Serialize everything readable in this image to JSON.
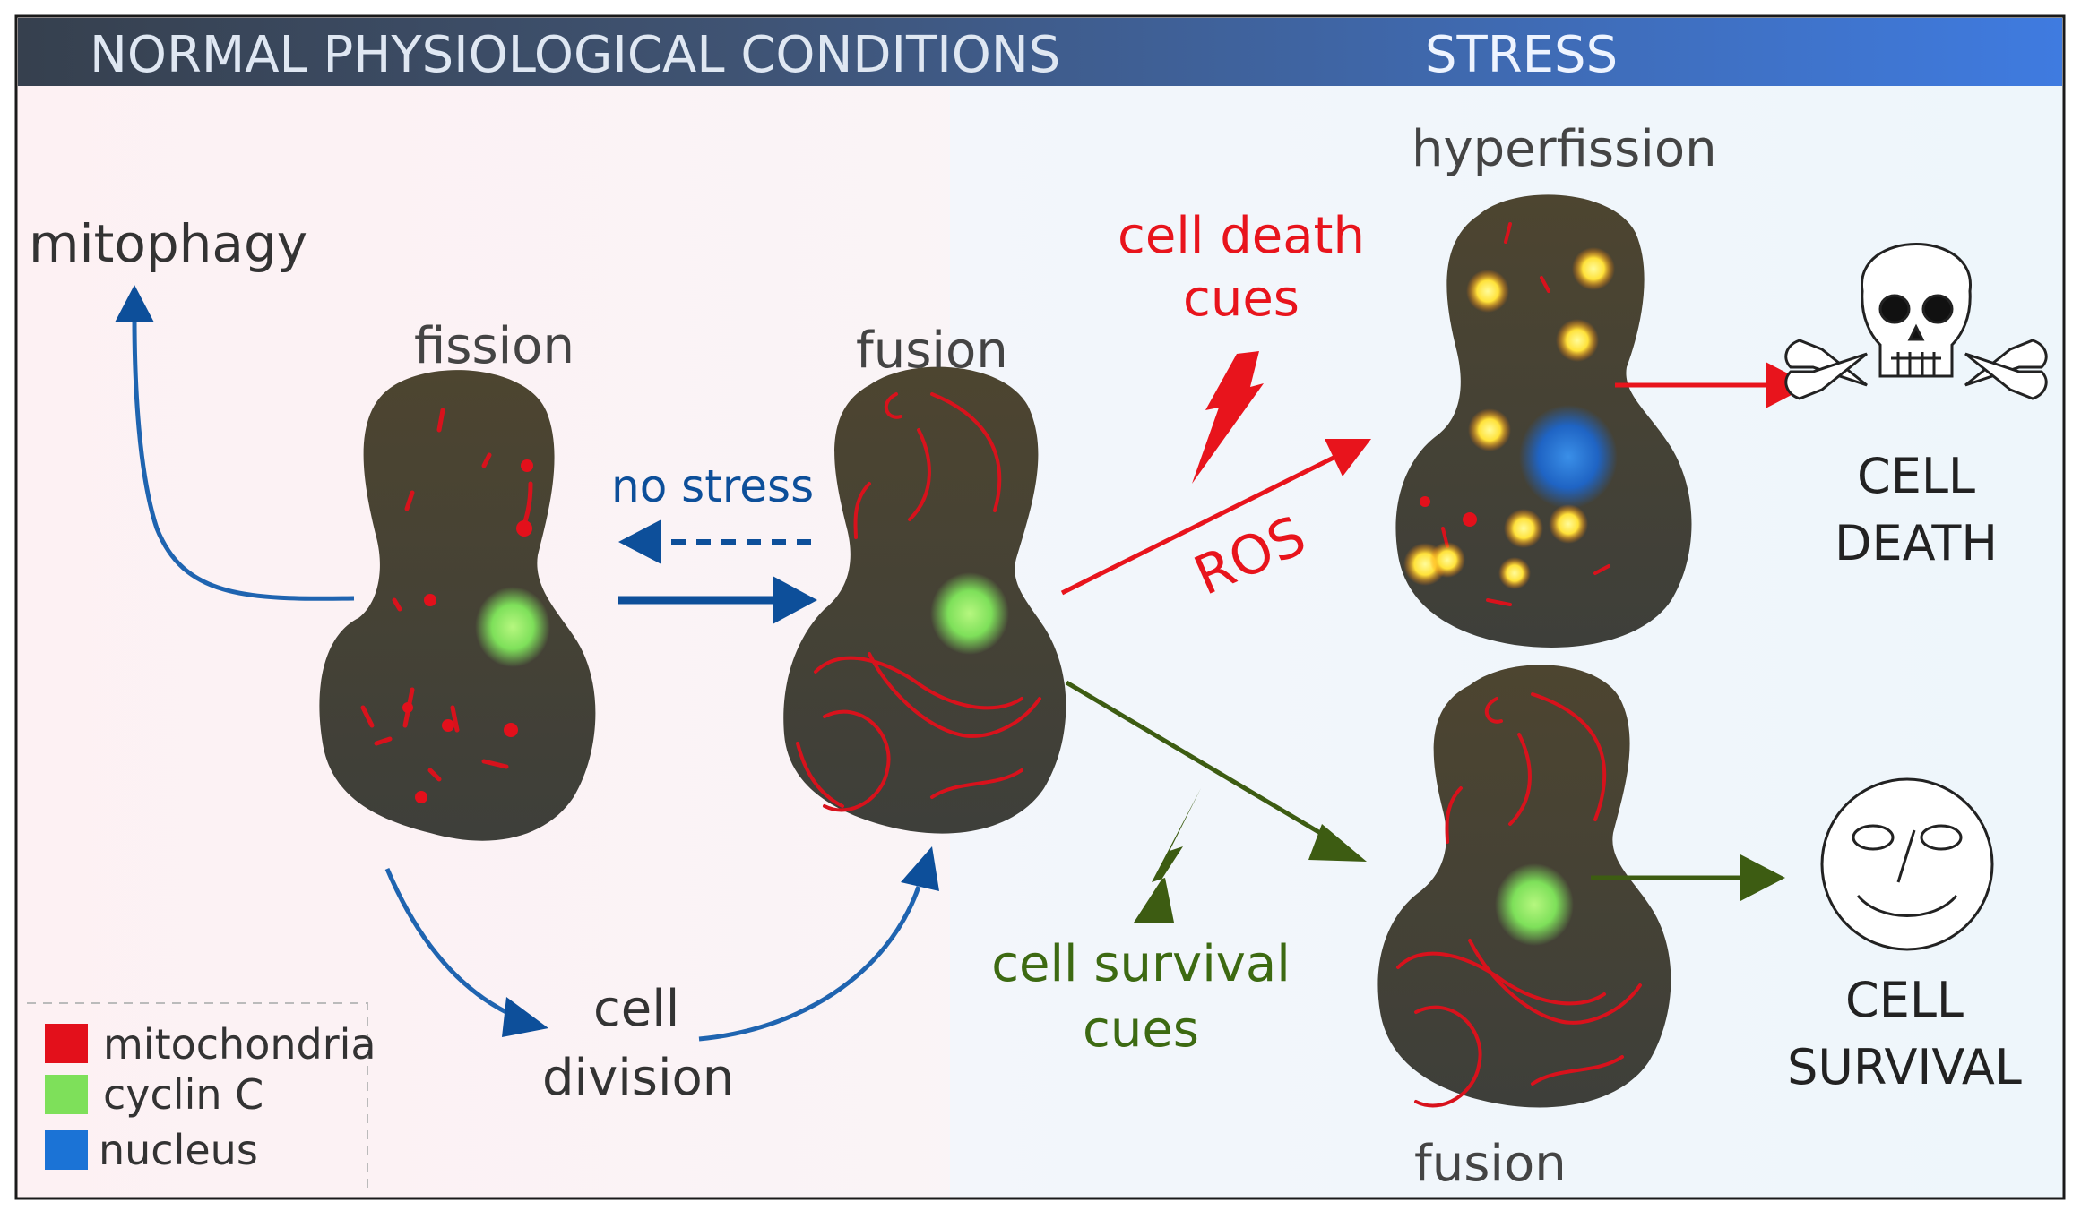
{
  "header": {
    "left": "NORMAL PHYSIOLOGICAL CONDITIONS",
    "right": "STRESS"
  },
  "labels": {
    "mitophagy": "mitophagy",
    "fission": "fission",
    "fusion_top": "fusion",
    "hyperfission": "hyperfission",
    "fusion_bottom": "fusion",
    "no_stress": "no stress",
    "cell_division_1": "cell",
    "cell_division_2": "division",
    "death_cues_1": "cell death",
    "death_cues_2": "cues",
    "survival_cues_1": "cell survival",
    "survival_cues_2": "cues",
    "ros": "ROS",
    "death_1": "CELL",
    "death_2": "DEATH",
    "survival_1": "CELL",
    "survival_2": "SURVIVAL"
  },
  "legend": [
    {
      "label": "mitochondria",
      "color": "#e3101b"
    },
    {
      "label": "cyclin C",
      "color": "#7ee05a"
    },
    {
      "label": "nucleus",
      "color": "#1b73d6"
    }
  ],
  "colors": {
    "blue_arrow": "#0d4f9a",
    "red_arrow": "#e8141c",
    "green_arrow": "#3d5c12",
    "cell_body": "#4a4231",
    "mito": "#d8121c",
    "no_stress_text": "#0d4f9a",
    "death_text": "#e8141c",
    "survival_text": "#3d6a12"
  }
}
